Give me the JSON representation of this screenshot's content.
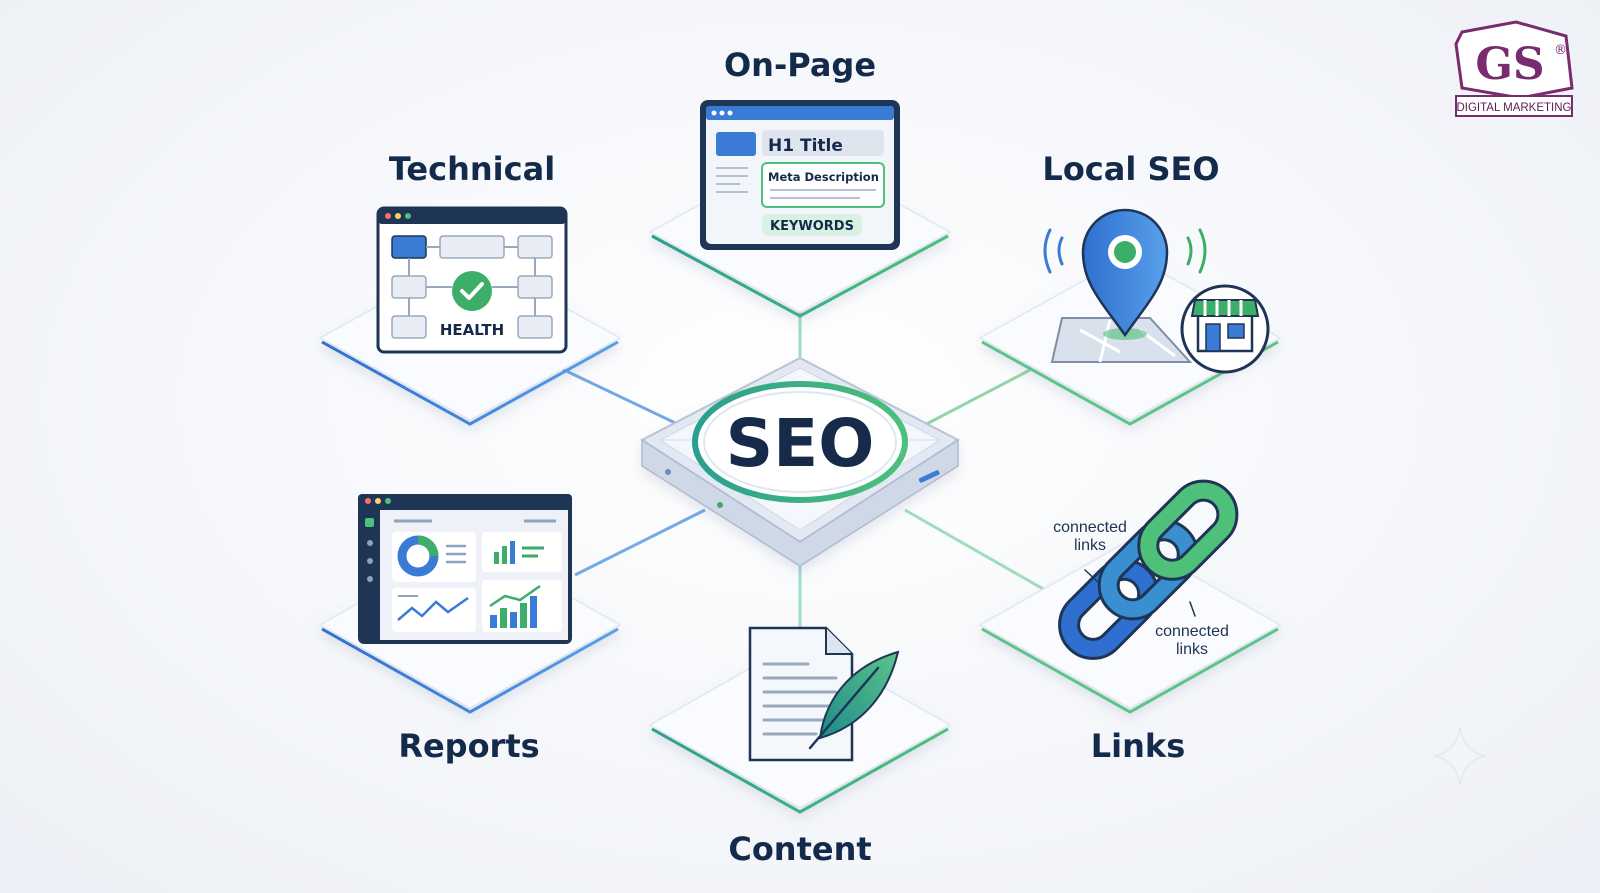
{
  "center": {
    "label": "SEO"
  },
  "nodes": {
    "technical": {
      "label": "Technical",
      "badge": "HEALTH"
    },
    "onpage": {
      "label": "On-Page",
      "h1": "H1 Title",
      "meta": "Meta Description",
      "keywords": "KEYWORDS"
    },
    "local": {
      "label": "Local SEO"
    },
    "reports": {
      "label": "Reports"
    },
    "content": {
      "label": "Content"
    },
    "links": {
      "label": "Links",
      "callout_1": "connected\nlinks",
      "callout_2": "connected\nlinks"
    }
  },
  "logo": {
    "mark": "GS",
    "registered": "®",
    "tagline": "DIGITAL MARKETING"
  },
  "colors": {
    "navy": "#142a4a",
    "blue": "#3a7bd5",
    "green": "#3cae6a",
    "teal": "#3aa6a0",
    "purple": "#7a2a6e"
  },
  "icons": [
    "sitemap-window-icon",
    "checkmark-icon",
    "webpage-icon",
    "location-pin-icon",
    "storefront-icon",
    "dashboard-icon",
    "document-icon",
    "quill-icon",
    "chain-link-icon"
  ]
}
